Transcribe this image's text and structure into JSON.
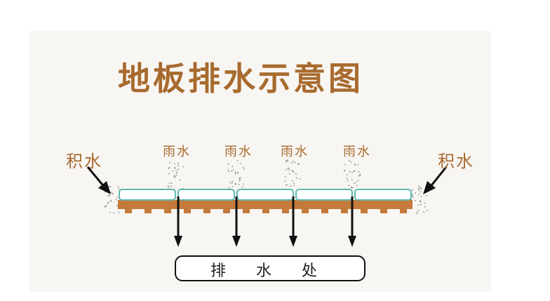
{
  "title": "地板排水示意图",
  "puddle_label_left": "积水",
  "puddle_label_right": "积水",
  "rain_labels": [
    "雨水",
    "雨水",
    "雨水",
    "雨水"
  ],
  "drain_label": "排 水 处",
  "colors": {
    "title": "#a86a2e",
    "label": "#a86a2e",
    "panel_fill": "#ffffff",
    "panel_border": "#5fb8b0",
    "joist": "#c47a3a",
    "arrow": "#111111",
    "card": "#f8f6f3"
  }
}
